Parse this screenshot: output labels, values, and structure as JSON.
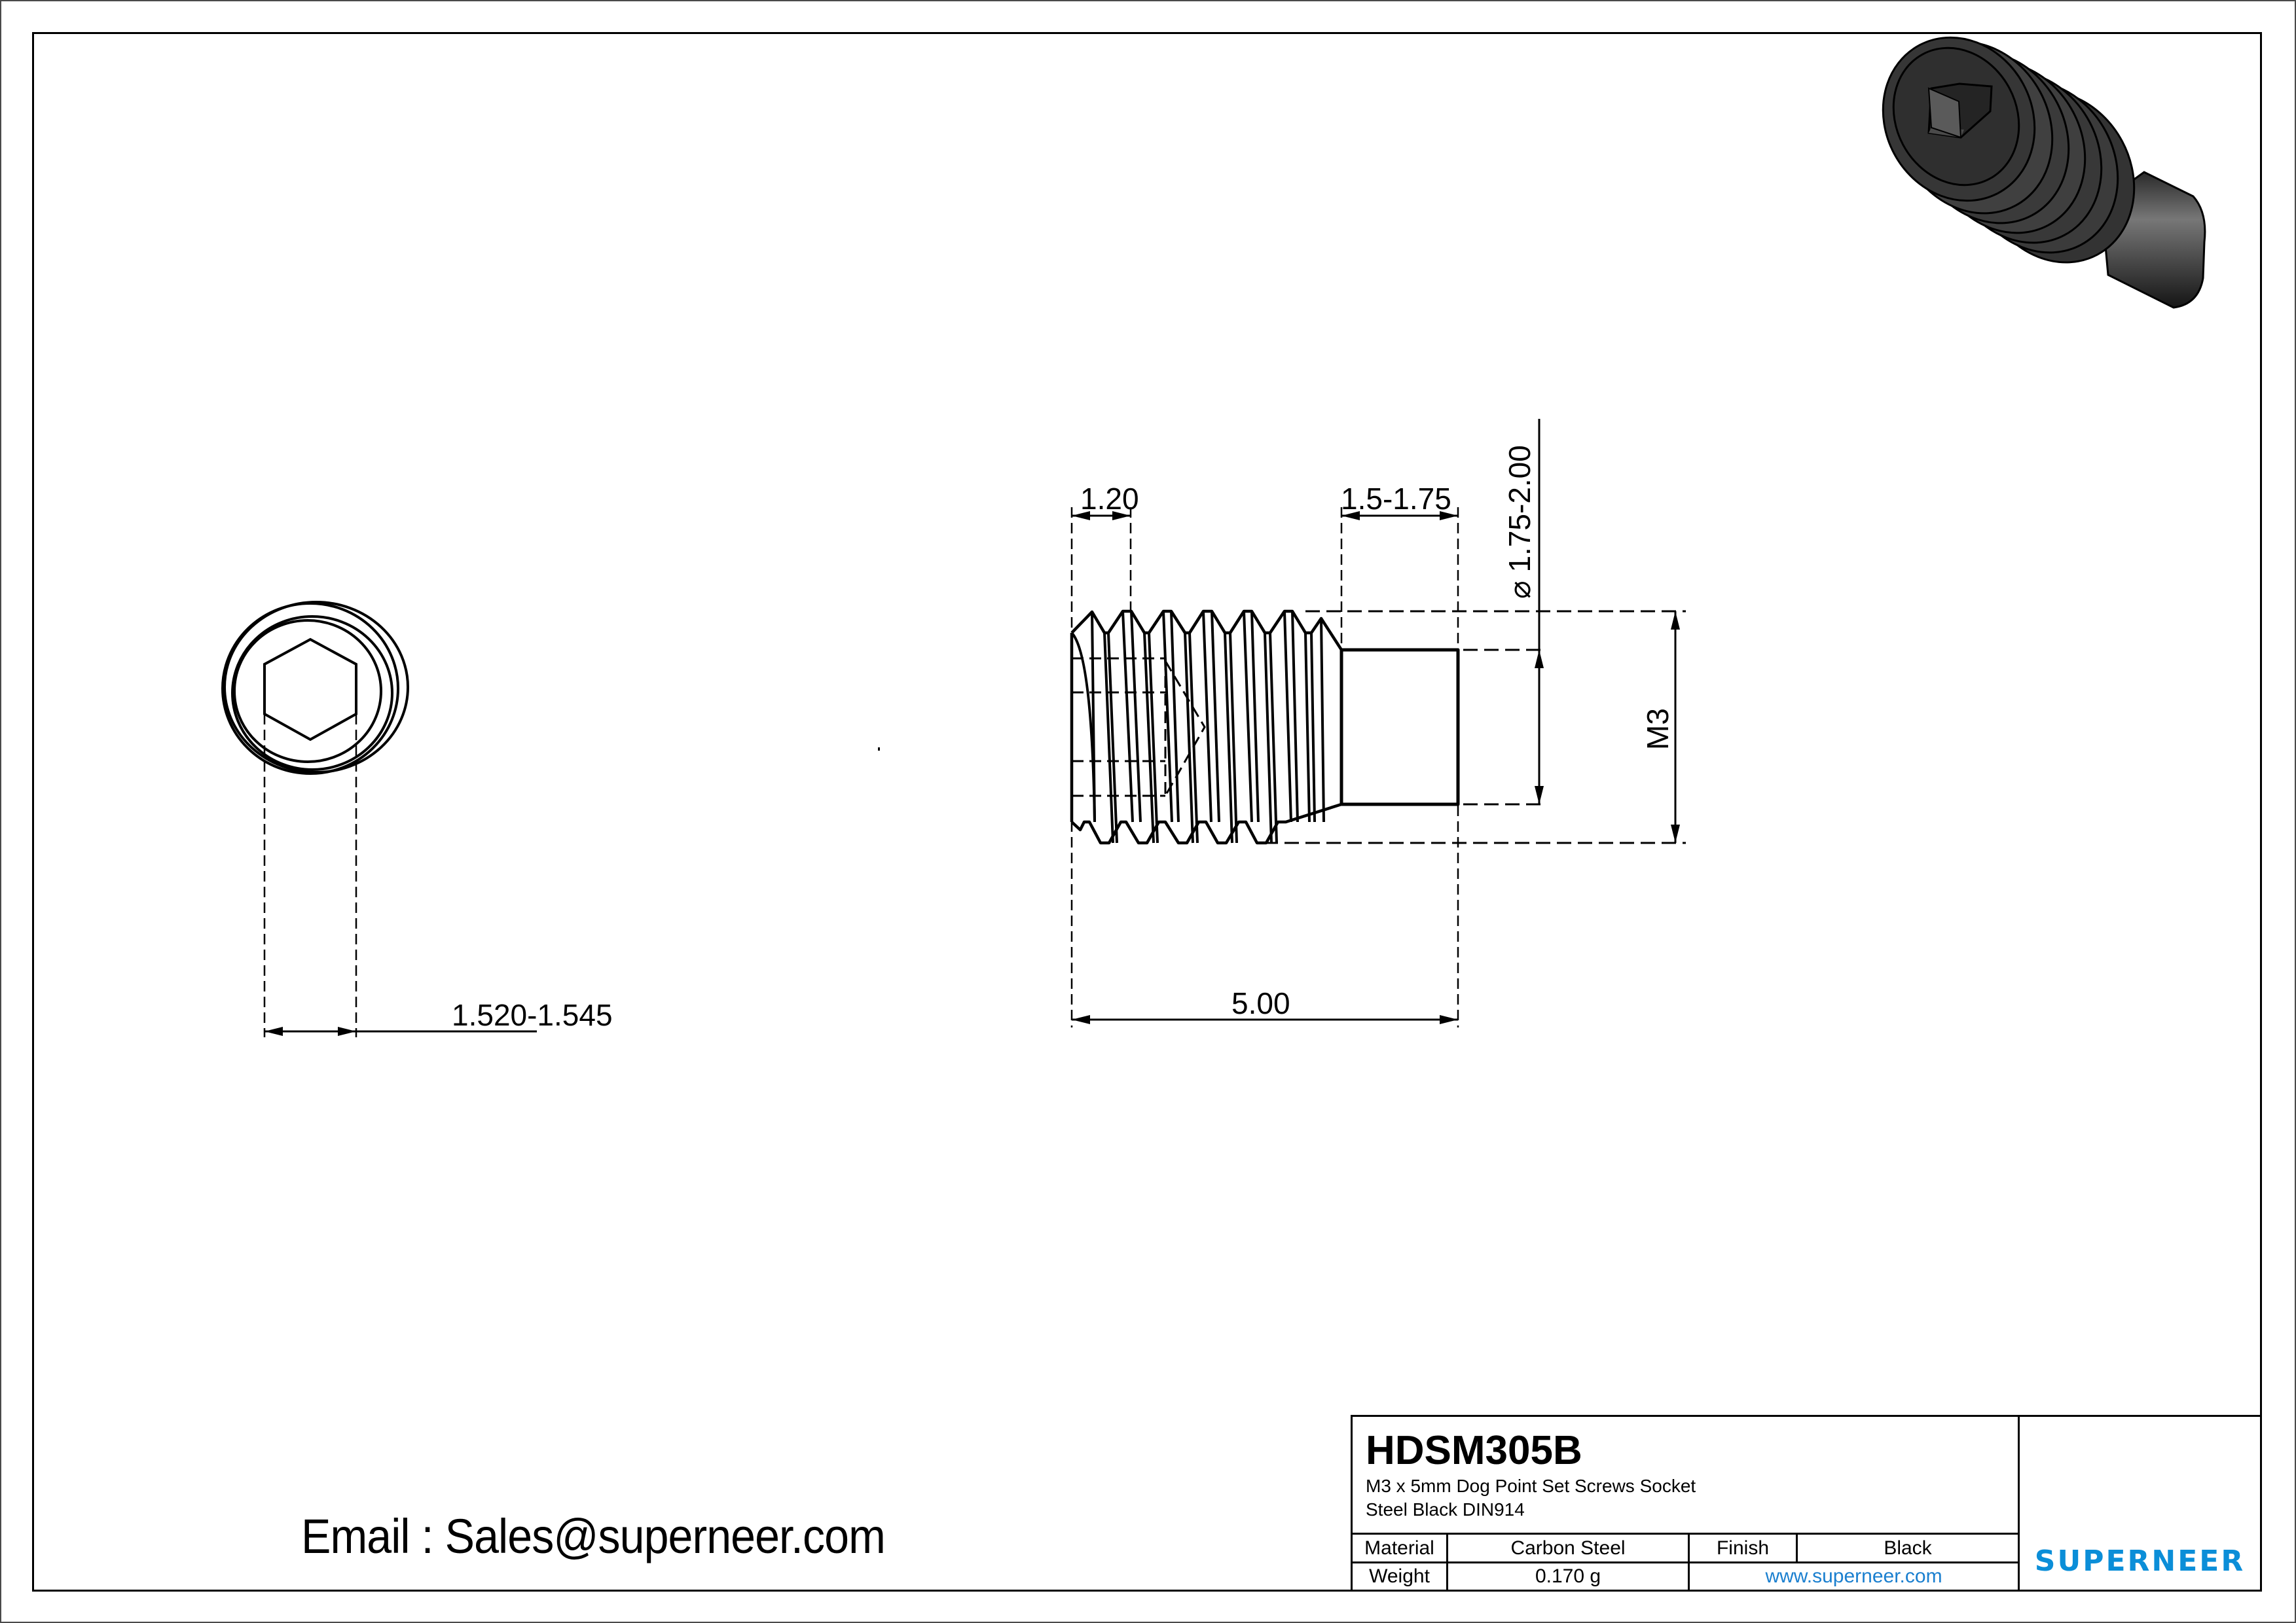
{
  "sheet": {
    "part_number": "HDSM305B",
    "description_line1": "M3 x 5mm Dog Point Set Screws Socket",
    "description_line2": "Steel Black DIN914",
    "email_text": "Email : Sales@superneer.com"
  },
  "title_block": {
    "material_label": "Material",
    "material_value": "Carbon Steel",
    "finish_label": "Finish",
    "finish_value": "Black",
    "weight_label": "Weight",
    "weight_value": "0.170 g",
    "website": "www.superneer.com",
    "logo_text": "SUPERNEER",
    "logo_icon": "striped-parallelogram-logo-icon",
    "brand_color": "#0b8ed8"
  },
  "dimensions": {
    "socket_across_flats": "1.520-1.545",
    "socket_depth": "1.20",
    "dog_point_length": "1.5-1.75",
    "dog_point_diameter": "⌀ 1.75-2.00",
    "thread_size": "M3",
    "overall_length": "5.00"
  },
  "views": {
    "end_view": "hex-socket-end-view",
    "side_view": "threaded-dog-point-side-view",
    "iso_view": "isometric-3d-render",
    "iso_color": "#2a2a2a"
  }
}
